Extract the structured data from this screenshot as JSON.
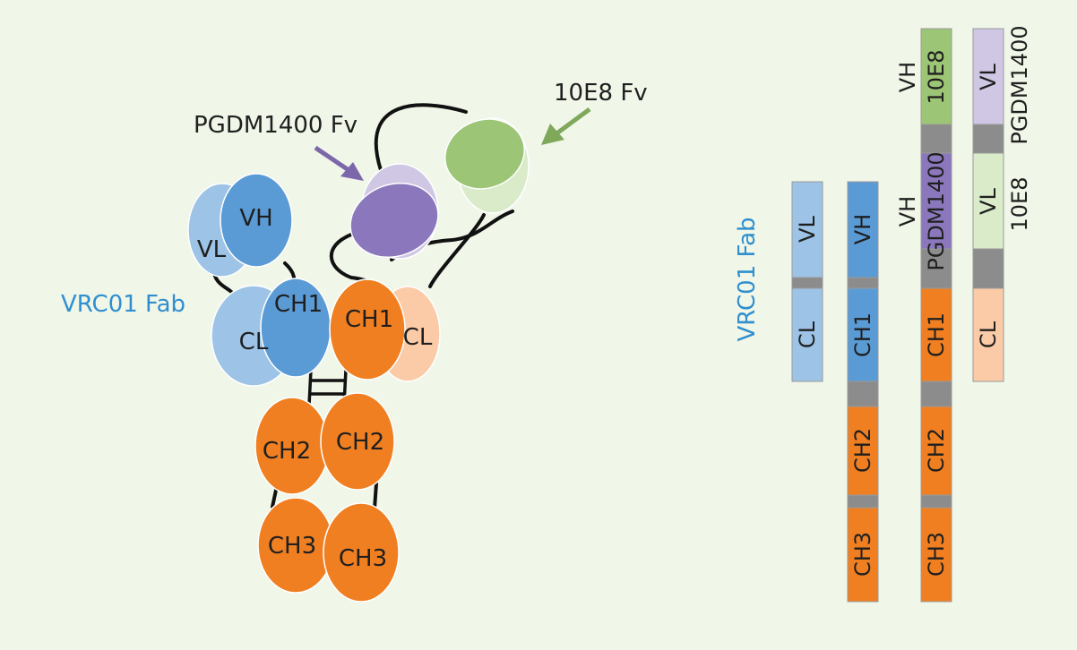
{
  "colors": {
    "background": "#f0f6e8",
    "vl": "#9dc3e6",
    "vh": "#5b9bd5",
    "orange": "#f07f22",
    "cl_peach": "#fbcba8",
    "purple": "#8b78bc",
    "purple_light": "#cfc7e4",
    "green": "#9cc575",
    "green_light": "#d9ebc9",
    "linker_gray": "#8c8c8c",
    "label_blue": "#2f8fcf"
  },
  "labels": {
    "vrc01_fab": "VRC01 Fab",
    "pgdm1400_fv": "PGDM1400 Fv",
    "e10e8_fv": "10E8 Fv",
    "vrc01_fab_vertical": "VRC01 Fab"
  },
  "domains": {
    "vh": "VH",
    "vl": "VL",
    "cl": "CL",
    "ch1": "CH1",
    "ch2": "CH2",
    "ch3": "CH3"
  },
  "chain_labels": {
    "vh_10e8": "VH",
    "e10e8": "10E8",
    "vh_pgdm": "VH",
    "pgdm1400": "PGDM1400",
    "vl_pgdm": "VL",
    "pgdm1400_right": "PGDM1400",
    "vl_10e8": "VL",
    "e10e8_right": "10E8"
  }
}
